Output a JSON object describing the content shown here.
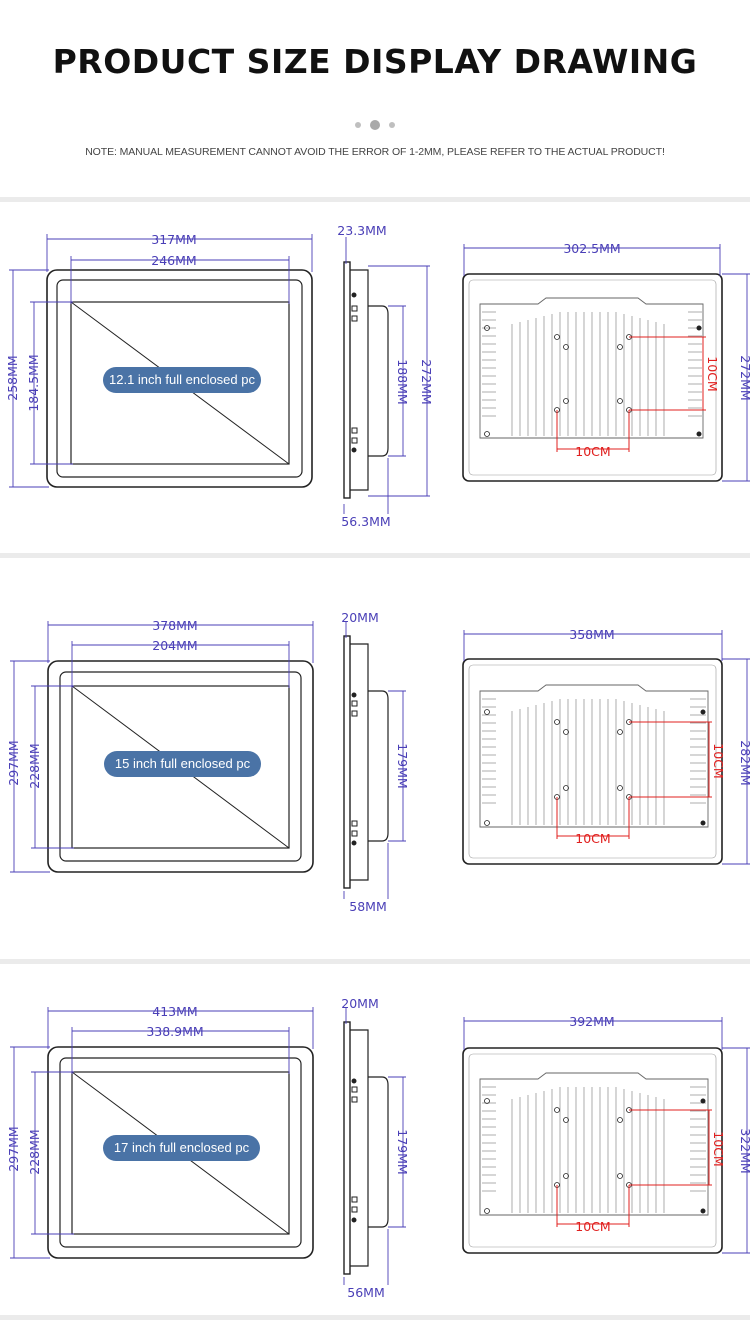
{
  "header": {
    "title": "PRODUCT SIZE DISPLAY DRAWING",
    "note": "NOTE: MANUAL MEASUREMENT CANNOT AVOID THE ERROR OF 1-2MM, PLEASE REFER TO THE ACTUAL PRODUCT!"
  },
  "colors": {
    "dimension": "#4a3fb7",
    "hole_spacing": "#e0201f",
    "label_pill": "#4a73a6"
  },
  "models": [
    {
      "label": "12.1 inch full enclosed pc",
      "front": {
        "outer_width": "317MM",
        "screen_width": "246MM",
        "outer_height": "258MM",
        "screen_height": "184.5MM"
      },
      "side": {
        "bezel_depth": "23.3MM",
        "body_depth": "56.3MM",
        "mount_height": "188MM",
        "total_height": "272MM"
      },
      "back": {
        "width": "302.5MM",
        "height": "272MM",
        "hole_horizontal": "10CM",
        "hole_vertical": "10CM"
      }
    },
    {
      "label": "15 inch full enclosed pc",
      "front": {
        "outer_width": "378MM",
        "screen_width": "204MM",
        "outer_height": "297MM",
        "screen_height": "228MM"
      },
      "side": {
        "bezel_depth": "20MM",
        "body_depth": "58MM",
        "mount_height": "179MM"
      },
      "back": {
        "width": "358MM",
        "height": "282MM",
        "hole_horizontal": "10CM",
        "hole_vertical": "10CM"
      }
    },
    {
      "label": "17 inch full enclosed pc",
      "front": {
        "outer_width": "413MM",
        "screen_width": "338.9MM",
        "outer_height": "297MM",
        "screen_height": "228MM"
      },
      "side": {
        "bezel_depth": "20MM",
        "body_depth": "56MM",
        "mount_height": "179MM"
      },
      "back": {
        "width": "392MM",
        "height": "322MM",
        "hole_horizontal": "10CM",
        "hole_vertical": "10CM"
      }
    }
  ]
}
